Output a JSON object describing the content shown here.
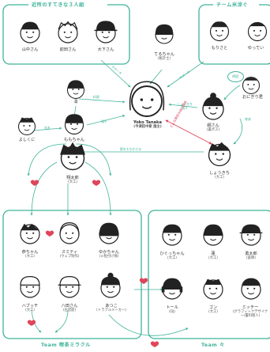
{
  "groups": {
    "neighbors": "近所のすてきな３人組",
    "chome": "チーム米涼ぐ",
    "team_cafe": "Team 喫茶ミラクル",
    "team_right": "Team 々"
  },
  "people": {
    "yamanaka": {
      "name": "山中さん",
      "note": ""
    },
    "maeda": {
      "name": "前田さん",
      "note": ""
    },
    "ooshita": {
      "name": "大下さん",
      "note": ""
    },
    "moriyama": {
      "name": "もりさと",
      "note": ""
    },
    "yuttei": {
      "name": "ゆってい",
      "note": ""
    },
    "teruchan": {
      "name": "てるちゃん",
      "note": "(税計士)"
    },
    "rin": {
      "name": "凛",
      "note": ""
    },
    "onigiri": {
      "name": "おにぎり君",
      "note": ""
    },
    "yoshikuni": {
      "name": "よしくに",
      "note": ""
    },
    "momochan": {
      "name": "ももちゃん",
      "note": ""
    },
    "yoko": {
      "name": "Yoko Tanaka",
      "note": "(今津田中家 施主)"
    },
    "tsuna": {
      "name": "綱さん",
      "note": "(裏ボス)"
    },
    "shoukichi": {
      "name": "しょうきち",
      "note": "(大工)"
    },
    "shoutarou": {
      "name": "翔太郎",
      "note": "(大工)"
    },
    "kyouchan": {
      "name": "恭ちゃん",
      "note": "(大工)"
    },
    "sumichi": {
      "name": "スミティ",
      "note": "(ウェブ制作)"
    },
    "yukachan": {
      "name": "ゆかちゃん",
      "note": "(ｅ粒付け係)"
    },
    "hiwacchan": {
      "name": "ひぐっちゃん",
      "note": "(大工)"
    },
    "ren": {
      "name": "蓮",
      "note": "(大工)"
    },
    "yuutarou": {
      "name": "勇太郎",
      "note": "(庭師)"
    },
    "habucchi": {
      "name": "ハブッチ",
      "note": "(大工)"
    },
    "hachida": {
      "name": "八田さん",
      "note": "(左官屋)"
    },
    "atsuko": {
      "name": "あつこ",
      "note": "(トラブルメーカー)"
    },
    "toru": {
      "name": "トール",
      "note": "(DJ)"
    },
    "gon": {
      "name": "ゴン",
      "note": "(大工)"
    },
    "micchi": {
      "name": "ミッチー",
      "note": "(グラフィックデザイナー/書料理人)"
    }
  },
  "relations": {
    "sapota": "サポータ",
    "ryoriki": "料理",
    "sapota2": "サポータ",
    "shoukai": "しょうきち紹介",
    "mentor": "師匠",
    "kouyuu": "交友",
    "oyako": "親子",
    "nemotochan": "節をもちかける",
    "ikusei": "育成",
    "rival": "どんな関係か謎の関係",
    "boss": "裏ボス"
  },
  "colors": {
    "teal": "#3fb49a",
    "red": "#e0455a",
    "ink": "#222222"
  }
}
